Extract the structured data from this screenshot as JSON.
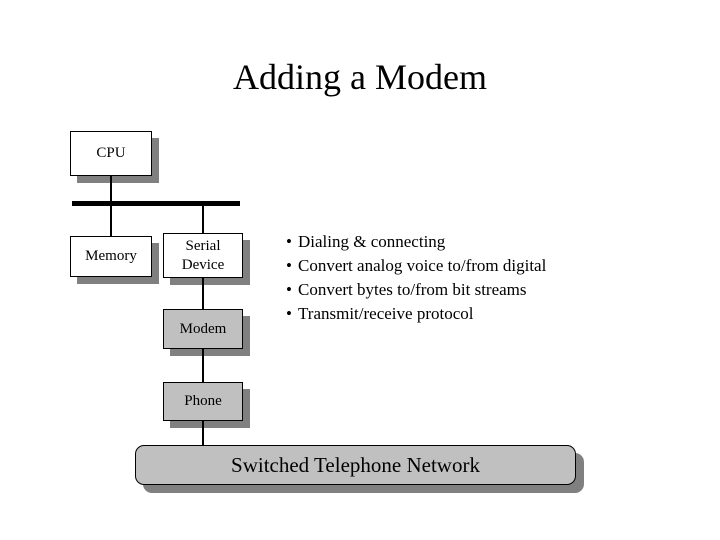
{
  "slide": {
    "title": "Adding a Modem",
    "background_color": "#ffffff",
    "text_color": "#000000",
    "box_fill_white": "#ffffff",
    "box_fill_gray": "#c0c0c0",
    "shadow_color": "#808080",
    "border_color": "#000000"
  },
  "diagram": {
    "nodes": [
      {
        "id": "cpu",
        "label": "CPU",
        "fill": "white"
      },
      {
        "id": "memory",
        "label": "Memory",
        "fill": "white"
      },
      {
        "id": "serial-device",
        "label": "Serial\nDevice",
        "fill": "white"
      },
      {
        "id": "modem",
        "label": "Modem",
        "fill": "gray"
      },
      {
        "id": "phone",
        "label": "Phone",
        "fill": "gray"
      },
      {
        "id": "network",
        "label": "Switched Telephone Network",
        "fill": "gray"
      }
    ]
  },
  "bullets": {
    "marker": "•",
    "items": [
      "Dialing & connecting",
      "Convert analog voice to/from digital",
      "Convert bytes to/from bit streams",
      "Transmit/receive protocol"
    ]
  }
}
